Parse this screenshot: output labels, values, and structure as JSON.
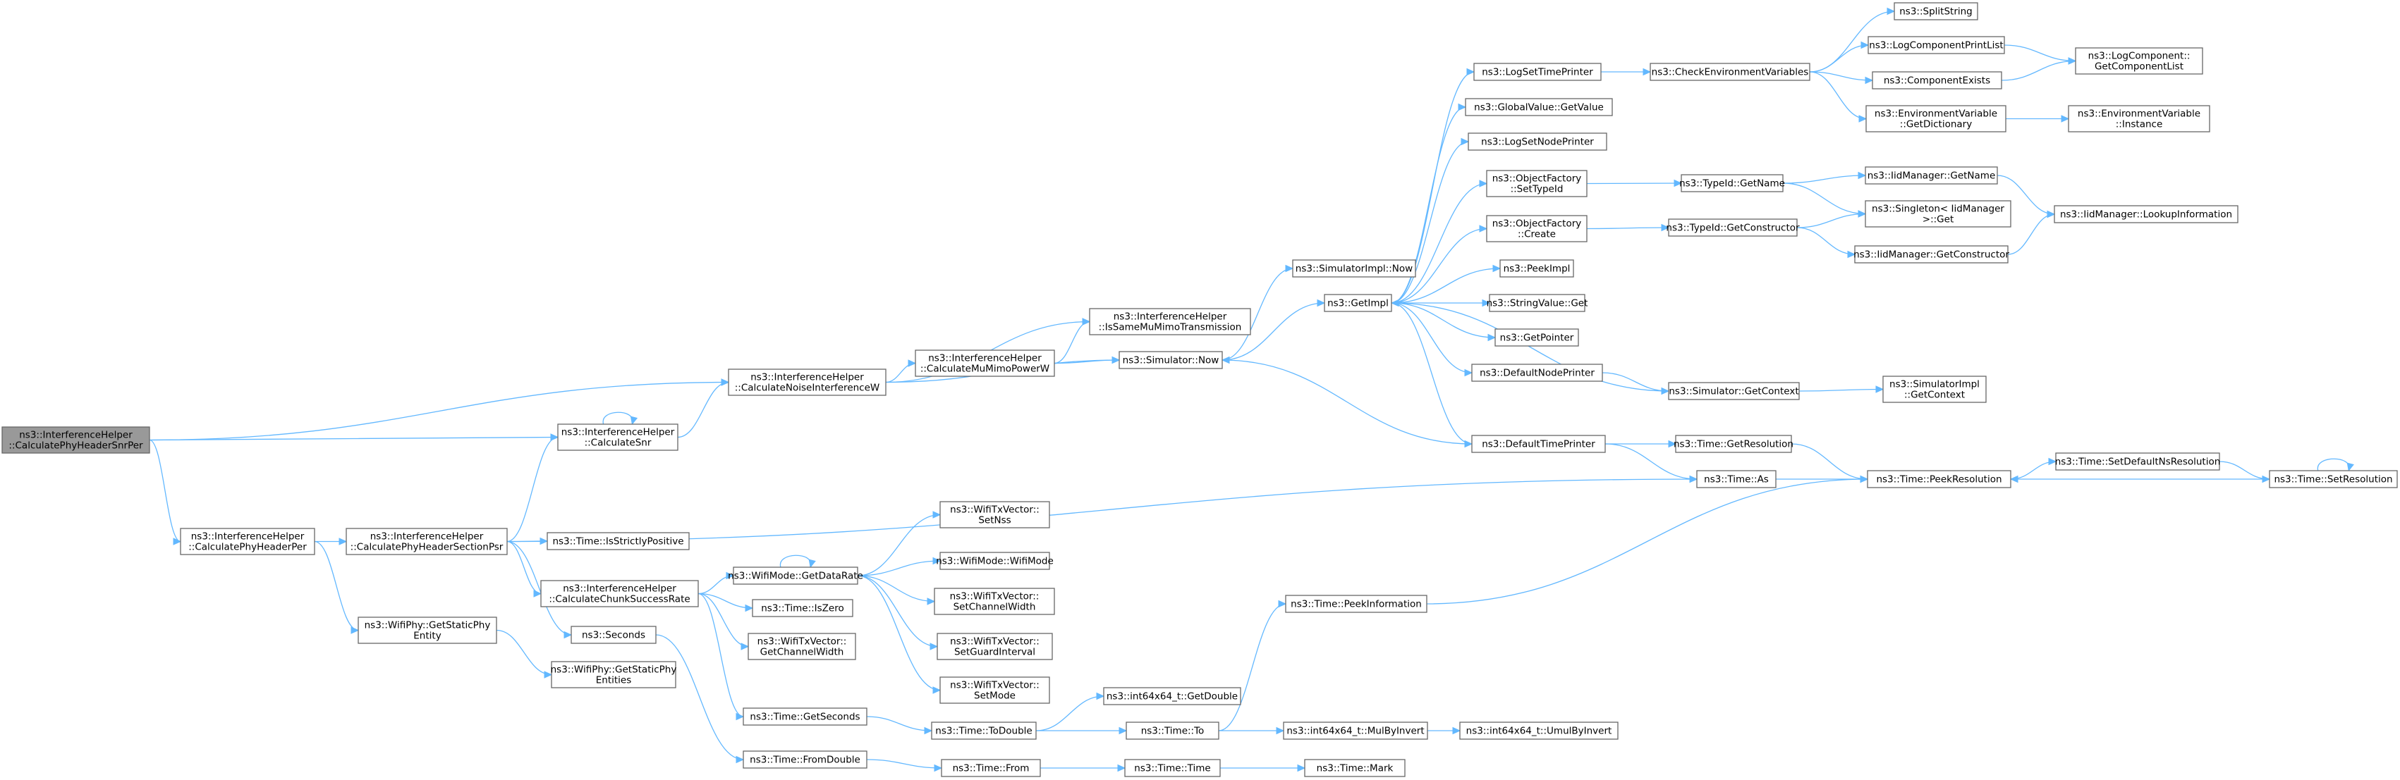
{
  "nodes": [
    {
      "id": "root",
      "lines": [
        "ns3::InterferenceHelper",
        "::CalculatePhyHeaderSnrPer"
      ],
      "root": true
    },
    {
      "id": "cphp",
      "lines": [
        "ns3::InterferenceHelper",
        "::CalculatePhyHeaderPer"
      ]
    },
    {
      "id": "cphsp",
      "lines": [
        "ns3::InterferenceHelper",
        "::CalculatePhyHeaderSectionPsr"
      ]
    },
    {
      "id": "snr",
      "lines": [
        "ns3::InterferenceHelper",
        "::CalculateSnr"
      ]
    },
    {
      "id": "cniw",
      "lines": [
        "ns3::InterferenceHelper",
        "::CalculateNoiseInterferenceW"
      ]
    },
    {
      "id": "cmmp",
      "lines": [
        "ns3::InterferenceHelper",
        "::CalculateMuMimoPowerW"
      ]
    },
    {
      "id": "issame",
      "lines": [
        "ns3::InterferenceHelper",
        "::IsSameMuMimoTransmission"
      ]
    },
    {
      "id": "simnow",
      "lines": [
        "ns3::Simulator::Now"
      ]
    },
    {
      "id": "simimplnow",
      "lines": [
        "ns3::SimulatorImpl::Now"
      ]
    },
    {
      "id": "getimpl",
      "lines": [
        "ns3::GetImpl"
      ]
    },
    {
      "id": "logsettp",
      "lines": [
        "ns3::LogSetTimePrinter"
      ]
    },
    {
      "id": "gvget",
      "lines": [
        "ns3::GlobalValue::GetValue"
      ]
    },
    {
      "id": "logsetnp",
      "lines": [
        "ns3::LogSetNodePrinter"
      ]
    },
    {
      "id": "ofsettid",
      "lines": [
        "ns3::ObjectFactory",
        "::SetTypeId"
      ]
    },
    {
      "id": "ofcreate",
      "lines": [
        "ns3::ObjectFactory",
        "::Create"
      ]
    },
    {
      "id": "peekimpl",
      "lines": [
        "ns3::PeekImpl"
      ]
    },
    {
      "id": "svget",
      "lines": [
        "ns3::StringValue::Get"
      ]
    },
    {
      "id": "getptr",
      "lines": [
        "ns3::GetPointer"
      ]
    },
    {
      "id": "dnp",
      "lines": [
        "ns3::DefaultNodePrinter"
      ]
    },
    {
      "id": "dtp",
      "lines": [
        "ns3::DefaultTimePrinter"
      ]
    },
    {
      "id": "cev",
      "lines": [
        "ns3::CheckEnvironmentVariables"
      ]
    },
    {
      "id": "split",
      "lines": [
        "ns3::SplitString"
      ]
    },
    {
      "id": "lcpl",
      "lines": [
        "ns3::LogComponentPrintList"
      ]
    },
    {
      "id": "compex",
      "lines": [
        "ns3::ComponentExists"
      ]
    },
    {
      "id": "evgd",
      "lines": [
        "ns3::EnvironmentVariable",
        "::GetDictionary"
      ]
    },
    {
      "id": "lcgcl",
      "lines": [
        "ns3::LogComponent::",
        "GetComponentList"
      ]
    },
    {
      "id": "evinst",
      "lines": [
        "ns3::EnvironmentVariable",
        "::Instance"
      ]
    },
    {
      "id": "tidgn",
      "lines": [
        "ns3::TypeId::GetName"
      ]
    },
    {
      "id": "tidgc",
      "lines": [
        "ns3::TypeId::GetConstructor"
      ]
    },
    {
      "id": "imgn",
      "lines": [
        "ns3::IidManager::GetName"
      ]
    },
    {
      "id": "singleton",
      "lines": [
        "ns3::Singleton< IidManager",
        " >::Get"
      ]
    },
    {
      "id": "imgc",
      "lines": [
        "ns3::IidManager::GetConstructor"
      ]
    },
    {
      "id": "imli",
      "lines": [
        "ns3::IidManager::LookupInformation"
      ]
    },
    {
      "id": "simgc",
      "lines": [
        "ns3::Simulator::GetContext"
      ]
    },
    {
      "id": "simimplgc",
      "lines": [
        "ns3::SimulatorImpl",
        "::GetContext"
      ]
    },
    {
      "id": "tgetres",
      "lines": [
        "ns3::Time::GetResolution"
      ]
    },
    {
      "id": "tas",
      "lines": [
        "ns3::Time::As"
      ]
    },
    {
      "id": "tpeekres",
      "lines": [
        "ns3::Time::PeekResolution"
      ]
    },
    {
      "id": "tsetdef",
      "lines": [
        "ns3::Time::SetDefaultNsResolution"
      ]
    },
    {
      "id": "tsetres",
      "lines": [
        "ns3::Time::SetResolution"
      ]
    },
    {
      "id": "tisp",
      "lines": [
        "ns3::Time::IsStrictlyPositive"
      ]
    },
    {
      "id": "ccsr",
      "lines": [
        "ns3::InterferenceHelper",
        "::CalculateChunkSuccessRate"
      ]
    },
    {
      "id": "wmgdr",
      "lines": [
        "ns3::WifiMode::GetDataRate"
      ]
    },
    {
      "id": "wtxsetnss",
      "lines": [
        "ns3::WifiTxVector::",
        "SetNss"
      ]
    },
    {
      "id": "wmwm",
      "lines": [
        "ns3::WifiMode::WifiMode"
      ]
    },
    {
      "id": "wtxsetcw",
      "lines": [
        "ns3::WifiTxVector::",
        "SetChannelWidth"
      ]
    },
    {
      "id": "wtxsetgi",
      "lines": [
        "ns3::WifiTxVector::",
        "SetGuardInterval"
      ]
    },
    {
      "id": "wtxsetmode",
      "lines": [
        "ns3::WifiTxVector::",
        "SetMode"
      ]
    },
    {
      "id": "tiszero",
      "lines": [
        "ns3::Time::IsZero"
      ]
    },
    {
      "id": "wtxgetcw",
      "lines": [
        "ns3::WifiTxVector::",
        "GetChannelWidth"
      ]
    },
    {
      "id": "seconds",
      "lines": [
        "ns3::Seconds"
      ]
    },
    {
      "id": "wpgspe",
      "lines": [
        "ns3::WifiPhy::GetStaticPhy",
        "Entity"
      ]
    },
    {
      "id": "wpgspes",
      "lines": [
        "ns3::WifiPhy::GetStaticPhy",
        "Entities"
      ]
    },
    {
      "id": "tgetsec",
      "lines": [
        "ns3::Time::GetSeconds"
      ]
    },
    {
      "id": "ttodouble",
      "lines": [
        "ns3::Time::ToDouble"
      ]
    },
    {
      "id": "igetdouble",
      "lines": [
        "ns3::int64x64_t::GetDouble"
      ]
    },
    {
      "id": "tto",
      "lines": [
        "ns3::Time::To"
      ]
    },
    {
      "id": "tpeekinfo",
      "lines": [
        "ns3::Time::PeekInformation"
      ]
    },
    {
      "id": "imulbyinv",
      "lines": [
        "ns3::int64x64_t::MulByInvert"
      ]
    },
    {
      "id": "iumulbyinv",
      "lines": [
        "ns3::int64x64_t::UmulByInvert"
      ]
    },
    {
      "id": "tfromdouble",
      "lines": [
        "ns3::Time::FromDouble"
      ]
    },
    {
      "id": "tfrom",
      "lines": [
        "ns3::Time::From"
      ]
    },
    {
      "id": "ttime",
      "lines": [
        "ns3::Time::Time"
      ]
    },
    {
      "id": "tmark",
      "lines": [
        "ns3::Time::Mark"
      ]
    }
  ],
  "edges": [
    [
      "root",
      "cniw"
    ],
    [
      "root",
      "snr"
    ],
    [
      "root",
      "cphp"
    ],
    [
      "cphp",
      "cphsp"
    ],
    [
      "cphp",
      "wpgspe"
    ],
    [
      "cphsp",
      "snr"
    ],
    [
      "cphsp",
      "tas"
    ],
    [
      "cphsp",
      "tisp"
    ],
    [
      "cphsp",
      "ccsr"
    ],
    [
      "cphsp",
      "seconds"
    ],
    [
      "snr",
      "snr"
    ],
    [
      "snr",
      "cniw"
    ],
    [
      "cniw",
      "issame"
    ],
    [
      "cniw",
      "cmmp"
    ],
    [
      "cniw",
      "simnow"
    ],
    [
      "cmmp",
      "issame"
    ],
    [
      "cmmp",
      "simnow"
    ],
    [
      "simnow",
      "simimplnow"
    ],
    [
      "simnow",
      "getimpl"
    ],
    [
      "getimpl",
      "logsettp"
    ],
    [
      "getimpl",
      "gvget"
    ],
    [
      "getimpl",
      "logsetnp"
    ],
    [
      "getimpl",
      "ofsettid"
    ],
    [
      "getimpl",
      "ofcreate"
    ],
    [
      "getimpl",
      "peekimpl"
    ],
    [
      "getimpl",
      "svget"
    ],
    [
      "getimpl",
      "getptr"
    ],
    [
      "getimpl",
      "dnp"
    ],
    [
      "getimpl",
      "dtp"
    ],
    [
      "logsettp",
      "cev"
    ],
    [
      "cev",
      "split"
    ],
    [
      "cev",
      "lcpl"
    ],
    [
      "cev",
      "compex"
    ],
    [
      "cev",
      "evgd"
    ],
    [
      "lcpl",
      "lcgcl"
    ],
    [
      "compex",
      "lcgcl"
    ],
    [
      "evgd",
      "evinst"
    ],
    [
      "ofsettid",
      "tidgn"
    ],
    [
      "ofcreate",
      "tidgc"
    ],
    [
      "tidgn",
      "imgn"
    ],
    [
      "tidgn",
      "singleton"
    ],
    [
      "tidgc",
      "singleton"
    ],
    [
      "tidgc",
      "imgc"
    ],
    [
      "imgn",
      "imli"
    ],
    [
      "imgc",
      "imli"
    ],
    [
      "dnp",
      "simgc"
    ],
    [
      "simgc",
      "getimpl"
    ],
    [
      "simgc",
      "simimplgc"
    ],
    [
      "dtp",
      "simnow"
    ],
    [
      "dtp",
      "tgetres"
    ],
    [
      "dtp",
      "tas"
    ],
    [
      "tgetres",
      "tpeekres"
    ],
    [
      "tas",
      "tpeekres"
    ],
    [
      "tpeekres",
      "tsetdef"
    ],
    [
      "tsetdef",
      "tsetres"
    ],
    [
      "tsetres",
      "tsetres"
    ],
    [
      "tsetres",
      "tpeekres"
    ],
    [
      "ccsr",
      "wmgdr"
    ],
    [
      "ccsr",
      "tiszero"
    ],
    [
      "ccsr",
      "wtxgetcw"
    ],
    [
      "ccsr",
      "tgetsec"
    ],
    [
      "wmgdr",
      "wmgdr"
    ],
    [
      "wmgdr",
      "wtxsetnss"
    ],
    [
      "wmgdr",
      "wmwm"
    ],
    [
      "wmgdr",
      "wtxsetcw"
    ],
    [
      "wmgdr",
      "wtxsetgi"
    ],
    [
      "wmgdr",
      "wtxsetmode"
    ],
    [
      "wpgspe",
      "wpgspes"
    ],
    [
      "seconds",
      "tfromdouble"
    ],
    [
      "tgetsec",
      "ttodouble"
    ],
    [
      "ttodouble",
      "igetdouble"
    ],
    [
      "ttodouble",
      "tto"
    ],
    [
      "tto",
      "tpeekinfo"
    ],
    [
      "tto",
      "imulbyinv"
    ],
    [
      "tpeekinfo",
      "tpeekres"
    ],
    [
      "imulbyinv",
      "iumulbyinv"
    ],
    [
      "tfromdouble",
      "tfrom"
    ],
    [
      "tfrom",
      "ttime"
    ],
    [
      "ttime",
      "tmark"
    ]
  ]
}
